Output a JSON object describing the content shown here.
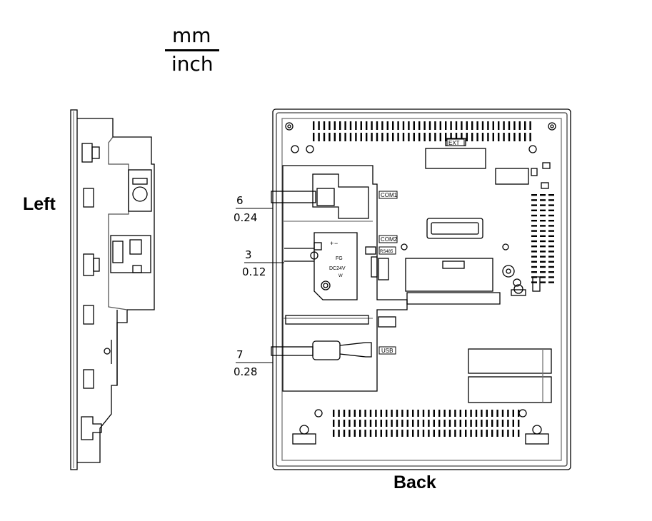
{
  "unit_legend": {
    "top": "mm",
    "bottom": "inch"
  },
  "views": {
    "left_label": "Left",
    "back_label": "Back"
  },
  "dimensions": [
    {
      "mm": "6",
      "inch": "0.24"
    },
    {
      "mm": "3",
      "inch": "0.12"
    },
    {
      "mm": "7",
      "inch": "0.28"
    }
  ],
  "ports": {
    "ext": "EXT",
    "com1": "COM1",
    "com2": "COM2",
    "rs485": "RS485",
    "usb": "USB",
    "power_fg": "FG",
    "power_dc": "DC24V",
    "power_w": "W",
    "power_plus": "+",
    "power_minus": "−"
  }
}
